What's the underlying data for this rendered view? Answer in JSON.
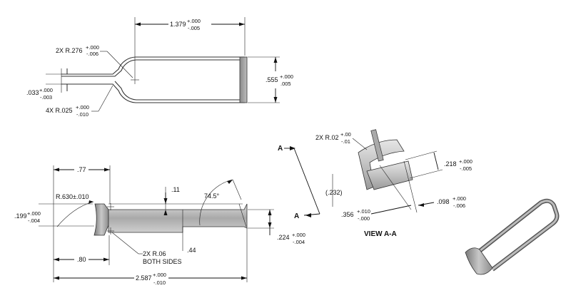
{
  "top_view": {
    "length_dim": "1.379",
    "length_tol_plus": "+.000",
    "length_tol_minus": "-.005",
    "radius_label": "2X R.276",
    "radius_tol_plus": "+.000",
    "radius_tol_minus": "-.006",
    "thickness_dim": ".033",
    "thickness_tol_plus": "+.000",
    "thickness_tol_minus": "-.003",
    "small_radius_label": "4X R.025",
    "small_radius_tol_plus": "+.000",
    "small_radius_tol_minus": "-.010",
    "width_dim": ".555",
    "width_tol_plus": "+.000",
    "width_tol_minus": ".005"
  },
  "front_view": {
    "top_offset_dim": ".77",
    "big_radius_label": "R.630±.010",
    "height_dim": ".199",
    "height_tol_plus": "+.000",
    "height_tol_minus": "-.004",
    "step_dim": ".11",
    "angle_dim": "74.5°",
    "lower_height_dim": ".224",
    "lower_height_tol_plus": "+.000",
    "lower_height_tol_minus": "-.004",
    "bottom_offset_dim": ".80",
    "mid_length_dim": ".44",
    "corner_radius_label": "2X R.06",
    "corner_radius_note": "BOTH SIDES",
    "total_length_dim": "2.587",
    "total_length_tol_plus": "+.000",
    "total_length_tol_minus": "-.010"
  },
  "section": {
    "mark_top": "A",
    "mark_bottom": "A"
  },
  "view_aa": {
    "title": "VIEW A-A",
    "radius_label": "2X R.02",
    "radius_tol_plus": "+.00",
    "radius_tol_minus": "-.01",
    "depth_dim": ".218",
    "depth_tol_plus": "+.000",
    "depth_tol_minus": "-.005",
    "ref_dim": "(.232)",
    "width_dim": ".356",
    "width_tol_plus": "+.010",
    "width_tol_minus": "-.000",
    "thick_dim": ".098",
    "thick_tol_plus": "+.000",
    "thick_tol_minus": "-.006"
  }
}
